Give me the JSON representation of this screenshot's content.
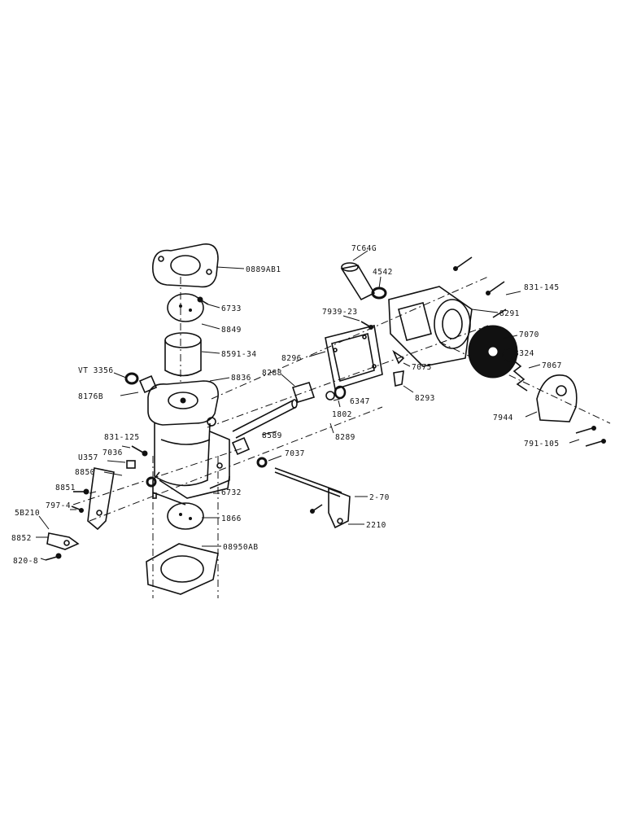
{
  "labels": {
    "l0889ab1": "0889AB1",
    "l6733": "6733",
    "l8849": "8849",
    "l8591_34": "8591-34",
    "lvt3356": "VT 3356",
    "l8836": "8836",
    "l8176b": "8176B",
    "l831_125": "831-125",
    "lu357": "U357",
    "l7036": "7036",
    "l8850": "8850",
    "l8851": "8851",
    "l797_4": "797-4",
    "l5b210": "5B210",
    "l8852": "8852",
    "l820_8": "820-8",
    "l6732": "6732",
    "l1866": "1866",
    "l08950ab": "08950AB",
    "l7c64g": "7C64G",
    "l4542": "4542",
    "l831_145": "831-145",
    "l7939_23": "7939-23",
    "l8291": "8291",
    "l8296": "8296",
    "l7070": "7070",
    "l8324": "8324",
    "l7075": "7075",
    "l7067": "7067",
    "l8288": "8288",
    "l6347": "6347",
    "l8293": "8293",
    "l1802": "1802",
    "l7944": "7944",
    "l8589": "8589",
    "l8289": "8289",
    "l791_105": "791-105",
    "l7037": "7037",
    "l2_70": "2-70",
    "l2210": "2210"
  }
}
